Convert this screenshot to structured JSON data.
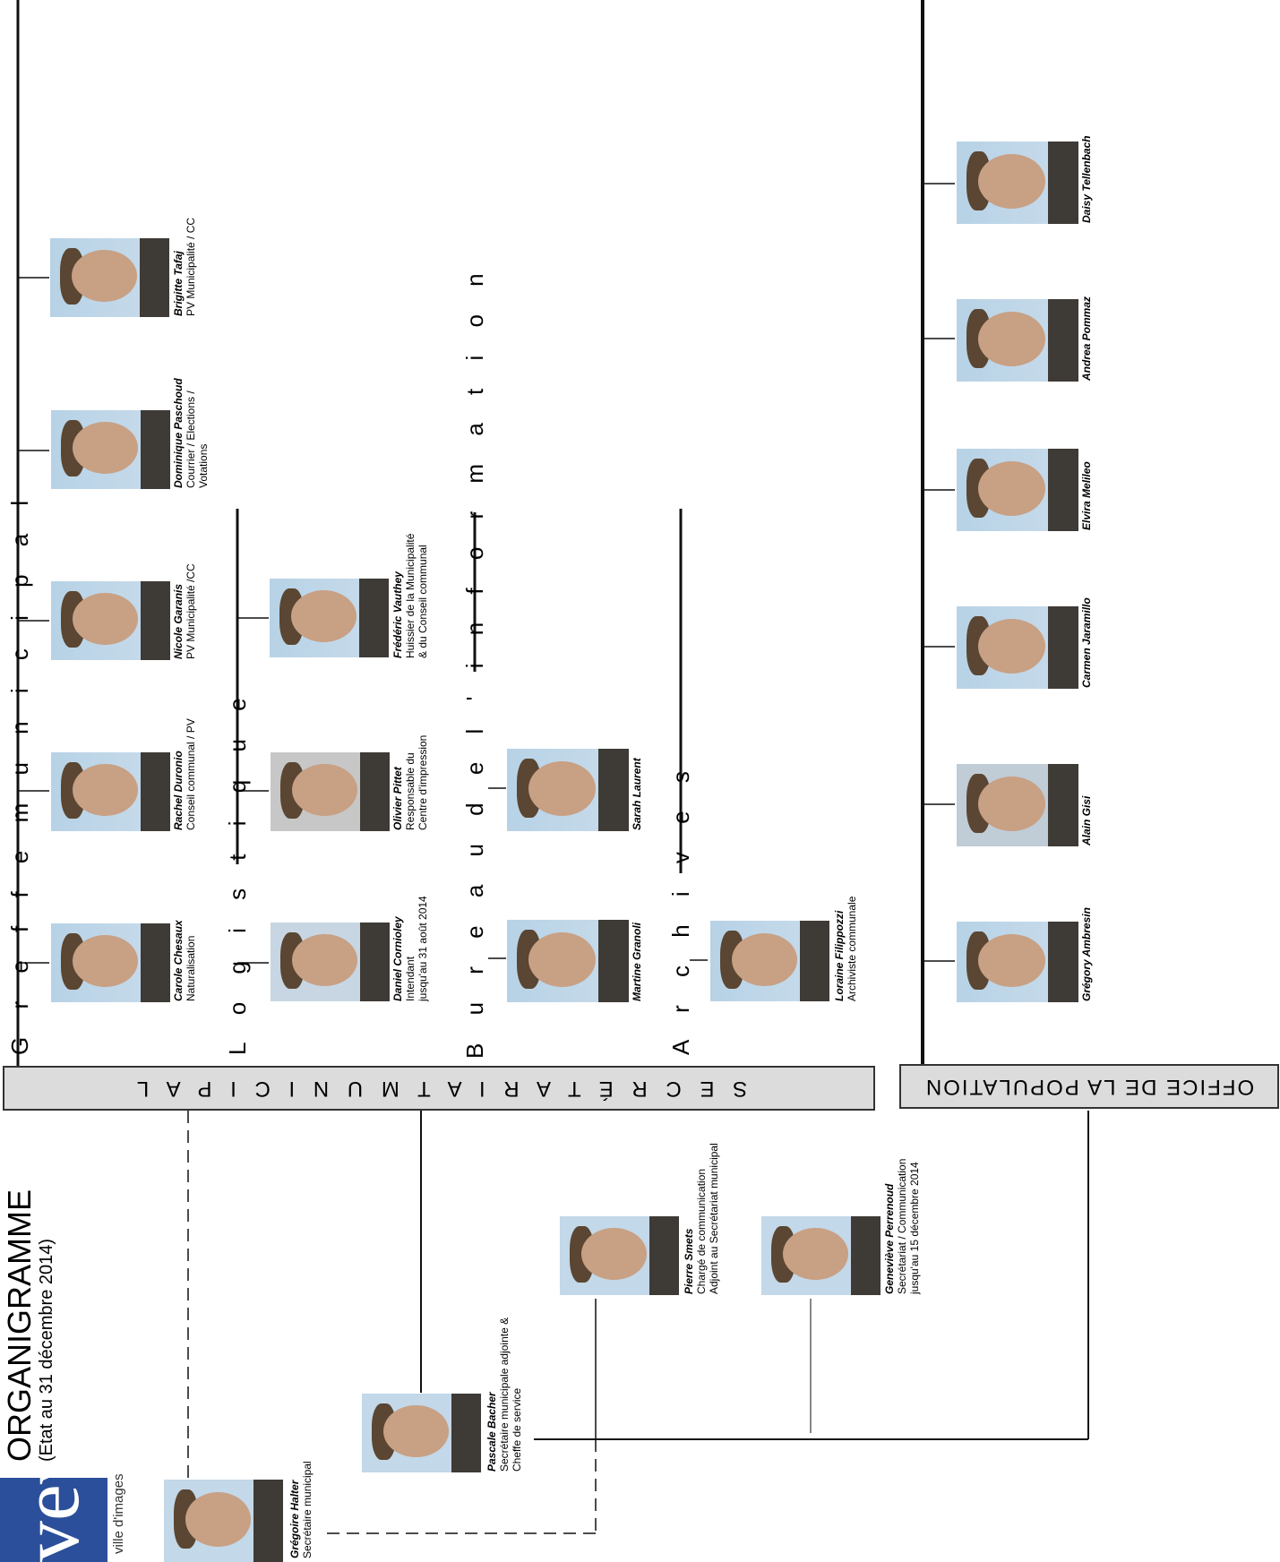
{
  "header": {
    "title": "ORGANIGRAMME",
    "subtitle": "(Etat au 31 décembre 2014)",
    "logo_text": "vevey",
    "logo_tagline": "ville d'images",
    "logo_color": "#2b4f9a"
  },
  "units": {
    "secretariat": "S E C R É T A R I A T   M U N I C I P A L",
    "office": "OFFICE DE LA POPULATION"
  },
  "sections": {
    "greffe": "G r e f f e   m u n i c i p a l",
    "logistique": "L o g i s t i q u e",
    "bureau": "B u r e a u   d e   l ' i n f o r m a t i o n",
    "archives": "A r c h i v e s"
  },
  "people": {
    "gregoire": {
      "name": "Grégoire Halter",
      "lines": [
        "Secrétaire municipal"
      ]
    },
    "pascale": {
      "name": "Pascale Bacher",
      "lines": [
        "Secrétaire municipale adjointe &",
        "Cheffe de service"
      ]
    },
    "pierre": {
      "name": "Pierre Smets",
      "lines": [
        "Chargé de communication",
        "Adjoint au Secrétariat municipal"
      ]
    },
    "genevieve": {
      "name": "Geneviève Perrenoud",
      "lines": [
        "Secrétariat / Communication",
        "jusqu'au 15 décembre 2014"
      ]
    },
    "carole": {
      "name": "Carole Chesaux",
      "lines": [
        "Naturalisation"
      ]
    },
    "rachel": {
      "name": "Rachel Duronio",
      "lines": [
        "Conseil communal / PV"
      ]
    },
    "nicole": {
      "name": "Nicole Garanis",
      "lines": [
        "PV Municipalité /CC"
      ]
    },
    "dominique": {
      "name": "Dominique Paschoud",
      "lines": [
        "Courrier / Elections /",
        "Votations"
      ]
    },
    "brigitte": {
      "name": "Brigitte Tafaj",
      "lines": [
        "PV Municipalité / CC"
      ]
    },
    "daniel": {
      "name": "Daniel Cornioley",
      "lines": [
        "Intendant",
        "jusqu'au 31 août 2014"
      ]
    },
    "olivier": {
      "name": "Olivier Pittet",
      "lines": [
        "Responsable du",
        "Centre d'impression"
      ]
    },
    "frederic": {
      "name": "Frédéric Vauthey",
      "lines": [
        "Huissier de la Municipalité",
        "& du Conseil communal"
      ]
    },
    "martine": {
      "name": "Martine Granoli",
      "lines": []
    },
    "sarah": {
      "name": "Sarah Laurent",
      "lines": []
    },
    "loraine": {
      "name": "Loraine Filippozzi",
      "lines": [
        "Archiviste communale"
      ]
    },
    "gregory": {
      "name": "Grégory Ambresin",
      "lines": []
    },
    "alain": {
      "name": "Alain Gisi",
      "lines": []
    },
    "carmen": {
      "name": "Carmen Jaramillo",
      "lines": []
    },
    "elvira": {
      "name": "Elvira Melileo",
      "lines": []
    },
    "andrea": {
      "name": "Andrea Pommaz",
      "lines": []
    },
    "daisy": {
      "name": "Daisy Tellenbach",
      "lines": []
    }
  }
}
